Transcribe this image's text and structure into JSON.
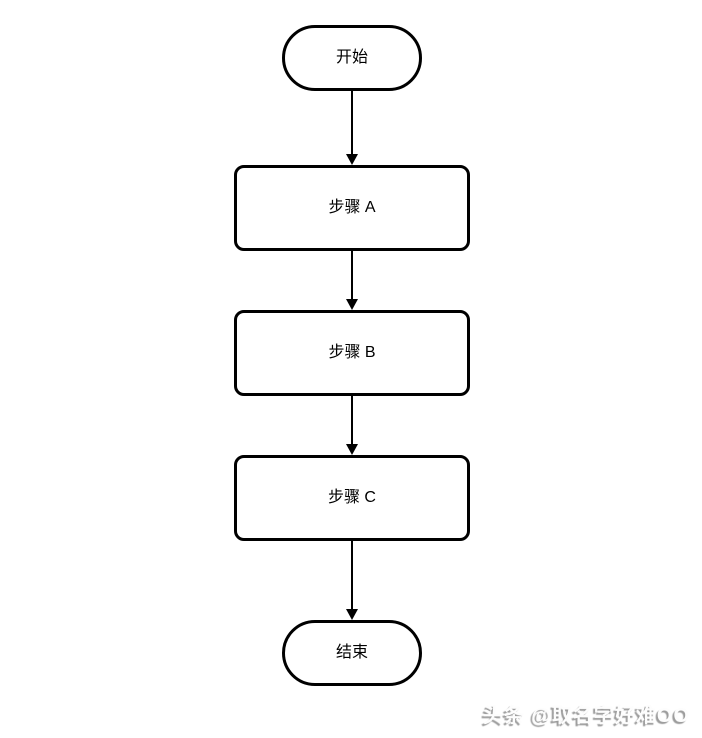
{
  "flowchart": {
    "nodes": {
      "start": {
        "label": "开始",
        "shape": "terminator"
      },
      "step_a": {
        "label": "步骤 A",
        "shape": "process"
      },
      "step_b": {
        "label": "步骤 B",
        "shape": "process"
      },
      "step_c": {
        "label": "步骤 C",
        "shape": "process"
      },
      "end": {
        "label": "结束",
        "shape": "terminator"
      }
    },
    "edges": [
      {
        "from": "开始",
        "to": "步骤 A"
      },
      {
        "from": "步骤 A",
        "to": "步骤 B"
      },
      {
        "from": "步骤 B",
        "to": "步骤 C"
      },
      {
        "from": "步骤 C",
        "to": "结束"
      }
    ],
    "colors": {
      "stroke": "#000000",
      "fill": "#ffffff",
      "text": "#000000"
    }
  },
  "watermark": {
    "text": "头条 @取名字好难OO",
    "color": "#9b9b9b"
  }
}
